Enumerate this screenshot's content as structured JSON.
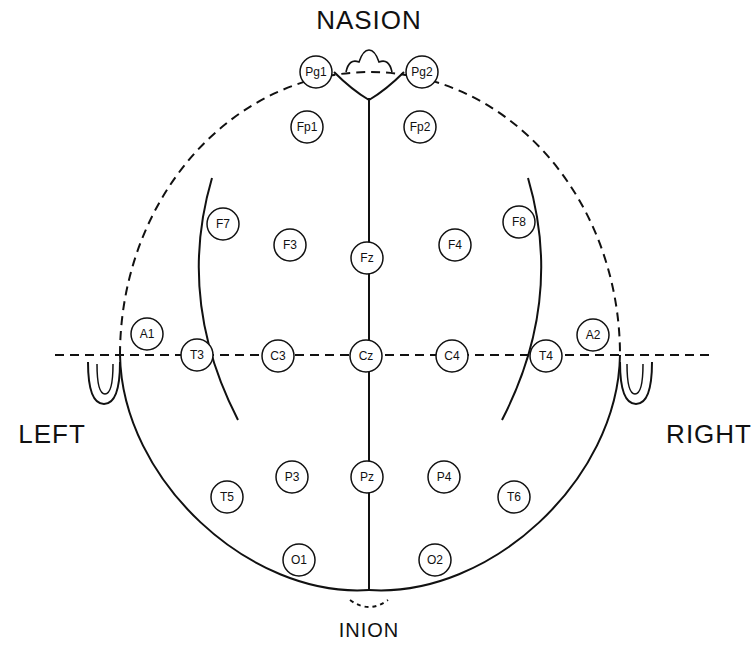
{
  "diagram": {
    "nodes": [
      {
        "text": [
          "Pg1"
        ]
      },
      {
        "text": [
          "Pg2"
        ]
      },
      {
        "text": [
          "Fp1"
        ]
      },
      {
        "text": [
          "Fp2"
        ]
      },
      {
        "text": [
          "F7"
        ]
      },
      {
        "text": [
          "F3"
        ]
      },
      {
        "text": [
          "Fz"
        ]
      },
      {
        "text": [
          "F4"
        ]
      },
      {
        "text": [
          "F8"
        ]
      },
      {
        "text": [
          "A1"
        ]
      },
      {
        "text": [
          "T3"
        ]
      },
      {
        "text": [
          "C3"
        ]
      },
      {
        "text": [
          "Cz"
        ]
      },
      {
        "text": [
          "C4"
        ]
      },
      {
        "text": [
          "T4"
        ]
      },
      {
        "text": [
          "A2"
        ]
      },
      {
        "text": [
          "T5"
        ]
      },
      {
        "text": [
          "P3"
        ]
      },
      {
        "text": [
          "Pz"
        ]
      },
      {
        "text": [
          "P4"
        ]
      },
      {
        "text": [
          "T6"
        ]
      },
      {
        "text": [
          "O1"
        ]
      },
      {
        "text": [
          "O2"
        ]
      }
    ],
    "labels": [
      "NASION",
      "LEFT",
      "RIGHT",
      "INION"
    ]
  }
}
